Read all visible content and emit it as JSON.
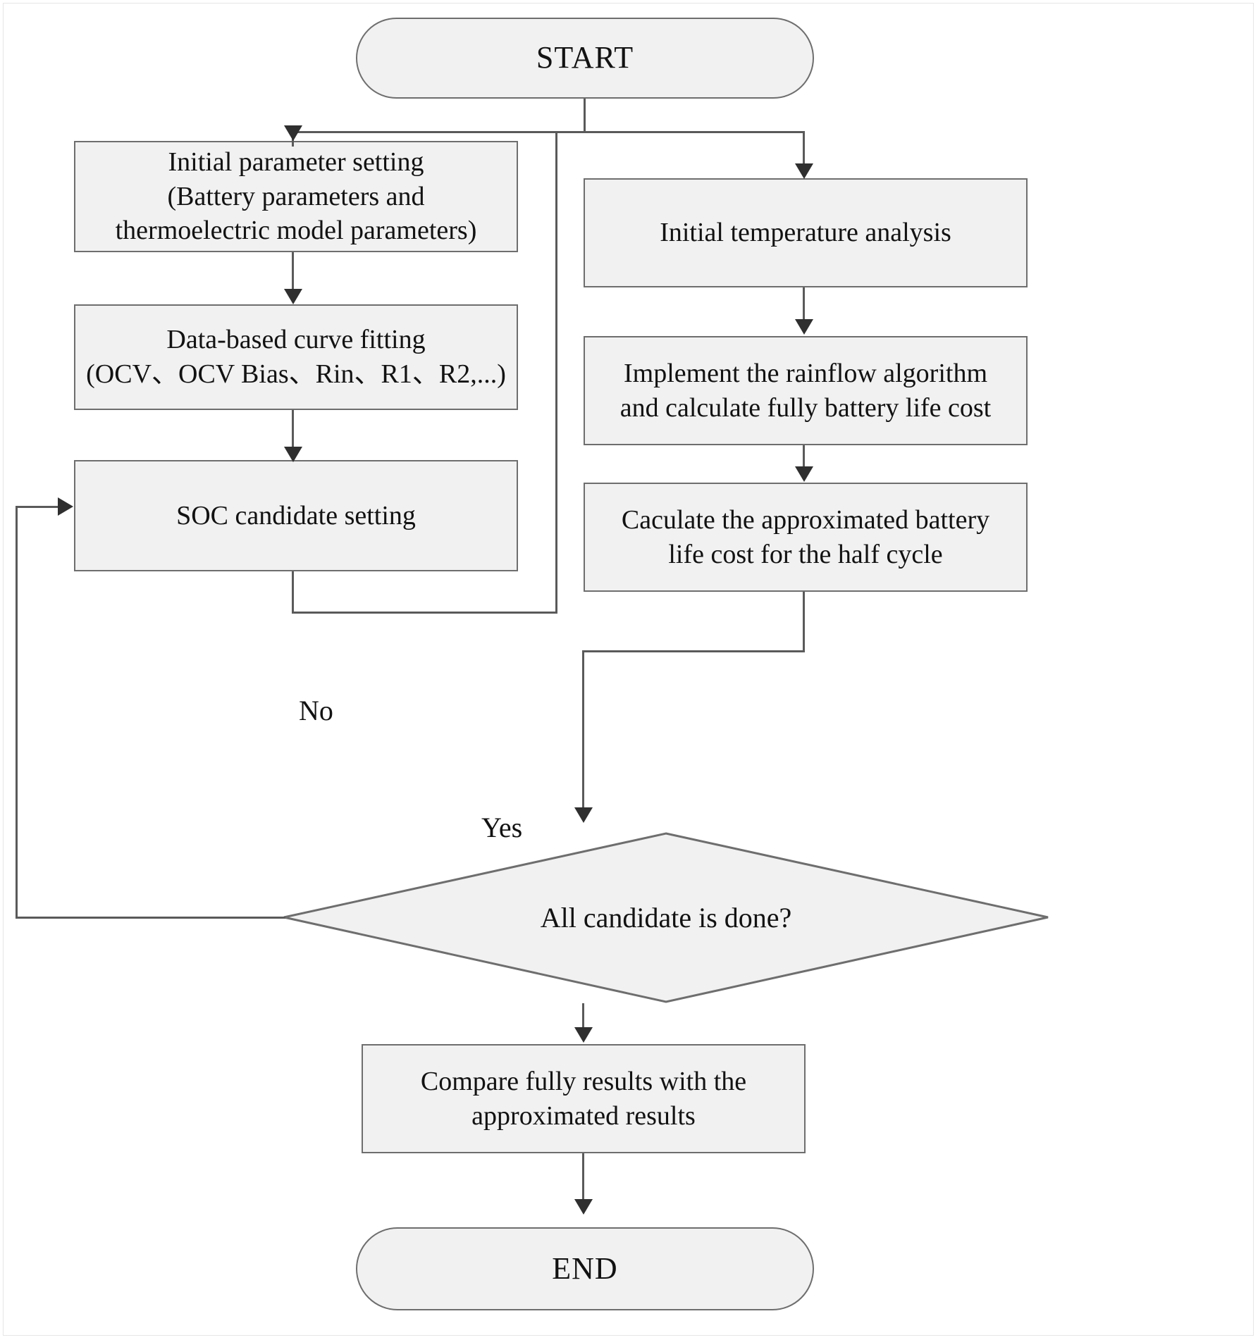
{
  "diagram": {
    "title": "Battery life cost estimation flowchart",
    "style": {
      "node_fill": "#f1f1f1",
      "node_border": "#6e6e6e",
      "connector": "#5a5a5a",
      "arrow": "#2f2f2f",
      "text": "#121212",
      "page_background": "#ffffff"
    },
    "nodes": {
      "start": {
        "id": "start",
        "shape": "terminator",
        "label": "START"
      },
      "initial_parameter_setting": {
        "id": "initial-parameter-setting",
        "shape": "process",
        "label": "Initial parameter setting\n(Battery parameters and\nthermoelectric model parameters)"
      },
      "curve_fitting": {
        "id": "data-based-curve-fitting",
        "shape": "process",
        "label": "Data-based curve fitting\n(OCV、OCV Bias、Rin、R1、R2,...)"
      },
      "soc_candidate": {
        "id": "soc-candidate-setting",
        "shape": "process",
        "label": "SOC candidate setting"
      },
      "initial_temperature": {
        "id": "initial-temperature-analysis",
        "shape": "process",
        "label": "Initial temperature analysis"
      },
      "rainflow": {
        "id": "rainflow-algorithm",
        "shape": "process",
        "label": "Implement the rainflow algorithm\nand calculate fully battery life cost"
      },
      "approximate_half_cycle": {
        "id": "approximated-half-cycle-cost",
        "shape": "process",
        "label": "Caculate the approximated battery\nlife cost for the half cycle"
      },
      "decision": {
        "id": "all-candidate-done",
        "shape": "decision",
        "label": "All candidate is done?"
      },
      "compare": {
        "id": "compare-results",
        "shape": "process",
        "label": "Compare fully results with the\napproximated results"
      },
      "end": {
        "id": "end",
        "shape": "terminator",
        "label": "END"
      }
    },
    "edge_labels": {
      "no": "No",
      "yes": "Yes"
    }
  }
}
